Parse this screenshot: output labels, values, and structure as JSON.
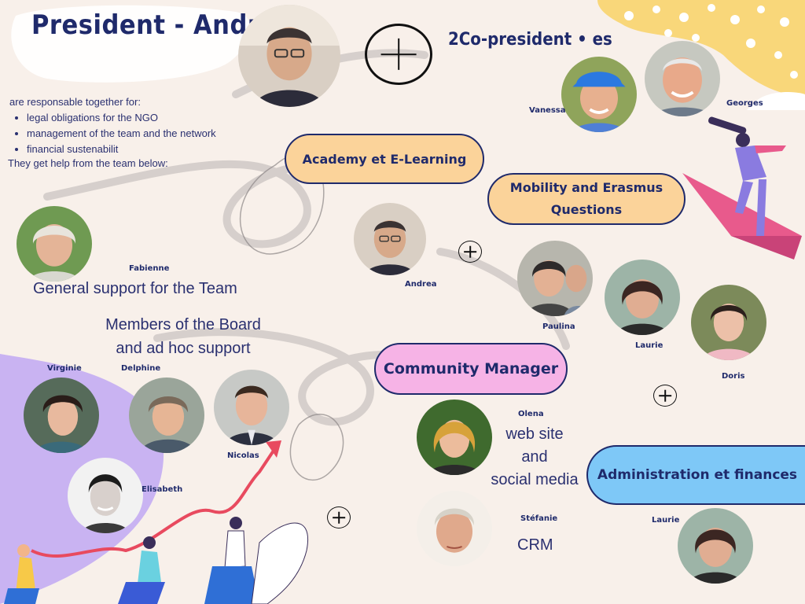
{
  "title": "President - Andrea",
  "copresident_title": "2Co-president • es",
  "intro": {
    "line1": "are responsable  together for:",
    "items": [
      "legal obligations for the NGO",
      "management of the team and the network",
      "financial sustenabilit"
    ],
    "line2": "They get help from the team below:"
  },
  "boxes": {
    "academy": "Academy et E-Learning",
    "mobility_line1": "Mobility and Erasmus",
    "mobility_line2": "Questions",
    "community": "Community Manager",
    "admin": "Administration et finances"
  },
  "captions": {
    "general_support": "General support for the Team",
    "board_line1": "Members of the Board",
    "board_line2": "and ad hoc support",
    "web_line1": "web site",
    "web_line2": "and",
    "web_line3": "social media",
    "crm": "CRM"
  },
  "people": {
    "vanessa": "Vanessa",
    "georges": "Georges",
    "fabienne": "Fabienne",
    "andrea": "Andrea",
    "paulina": "Paulina",
    "laurie": "Laurie",
    "doris": "Doris",
    "virginie": "Virginie",
    "delphine": "Delphine",
    "nicolas": "Nicolas",
    "elisabeth": "Elisabeth",
    "olena": "Olena",
    "stefanie": "Stéfanie",
    "laurie2": "Laurie"
  },
  "colors": {
    "background": "#f8f0ea",
    "navy": "#1f2a6b",
    "orange_box": "#fbd39a",
    "pink_box": "#f6b3e6",
    "blue_box": "#7ec8f7",
    "lilac_blob": "#c9b3f2",
    "dot_yellow": "#f9d77a"
  }
}
